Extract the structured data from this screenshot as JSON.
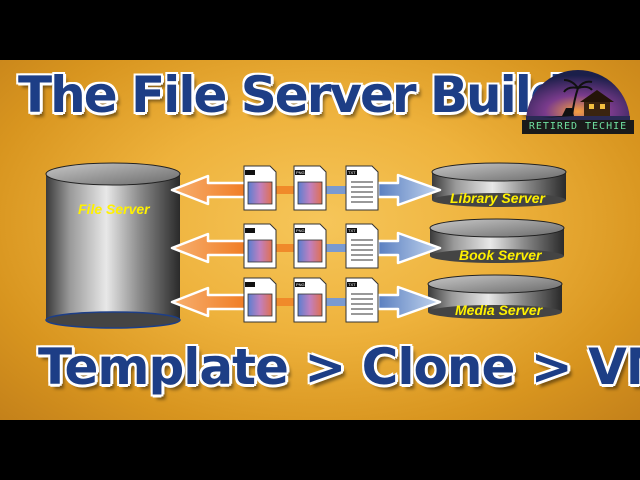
{
  "title": "The File Server Build",
  "subtitle": "Template > Clone > VM",
  "logo": {
    "text": "RETIRED TECHIE"
  },
  "main_server": {
    "label": "File Server"
  },
  "servers": [
    {
      "label": "Library Server"
    },
    {
      "label": "Book Server"
    },
    {
      "label": "Media Server"
    }
  ],
  "documents": [
    {
      "tag": "PNG"
    },
    {
      "tag": "PNG"
    },
    {
      "tag": "TXT"
    }
  ],
  "colors": {
    "title": "#1d3e86",
    "label": "#fff100",
    "arrow_left": "#f39a3c",
    "arrow_right": "#8fb0dc"
  }
}
